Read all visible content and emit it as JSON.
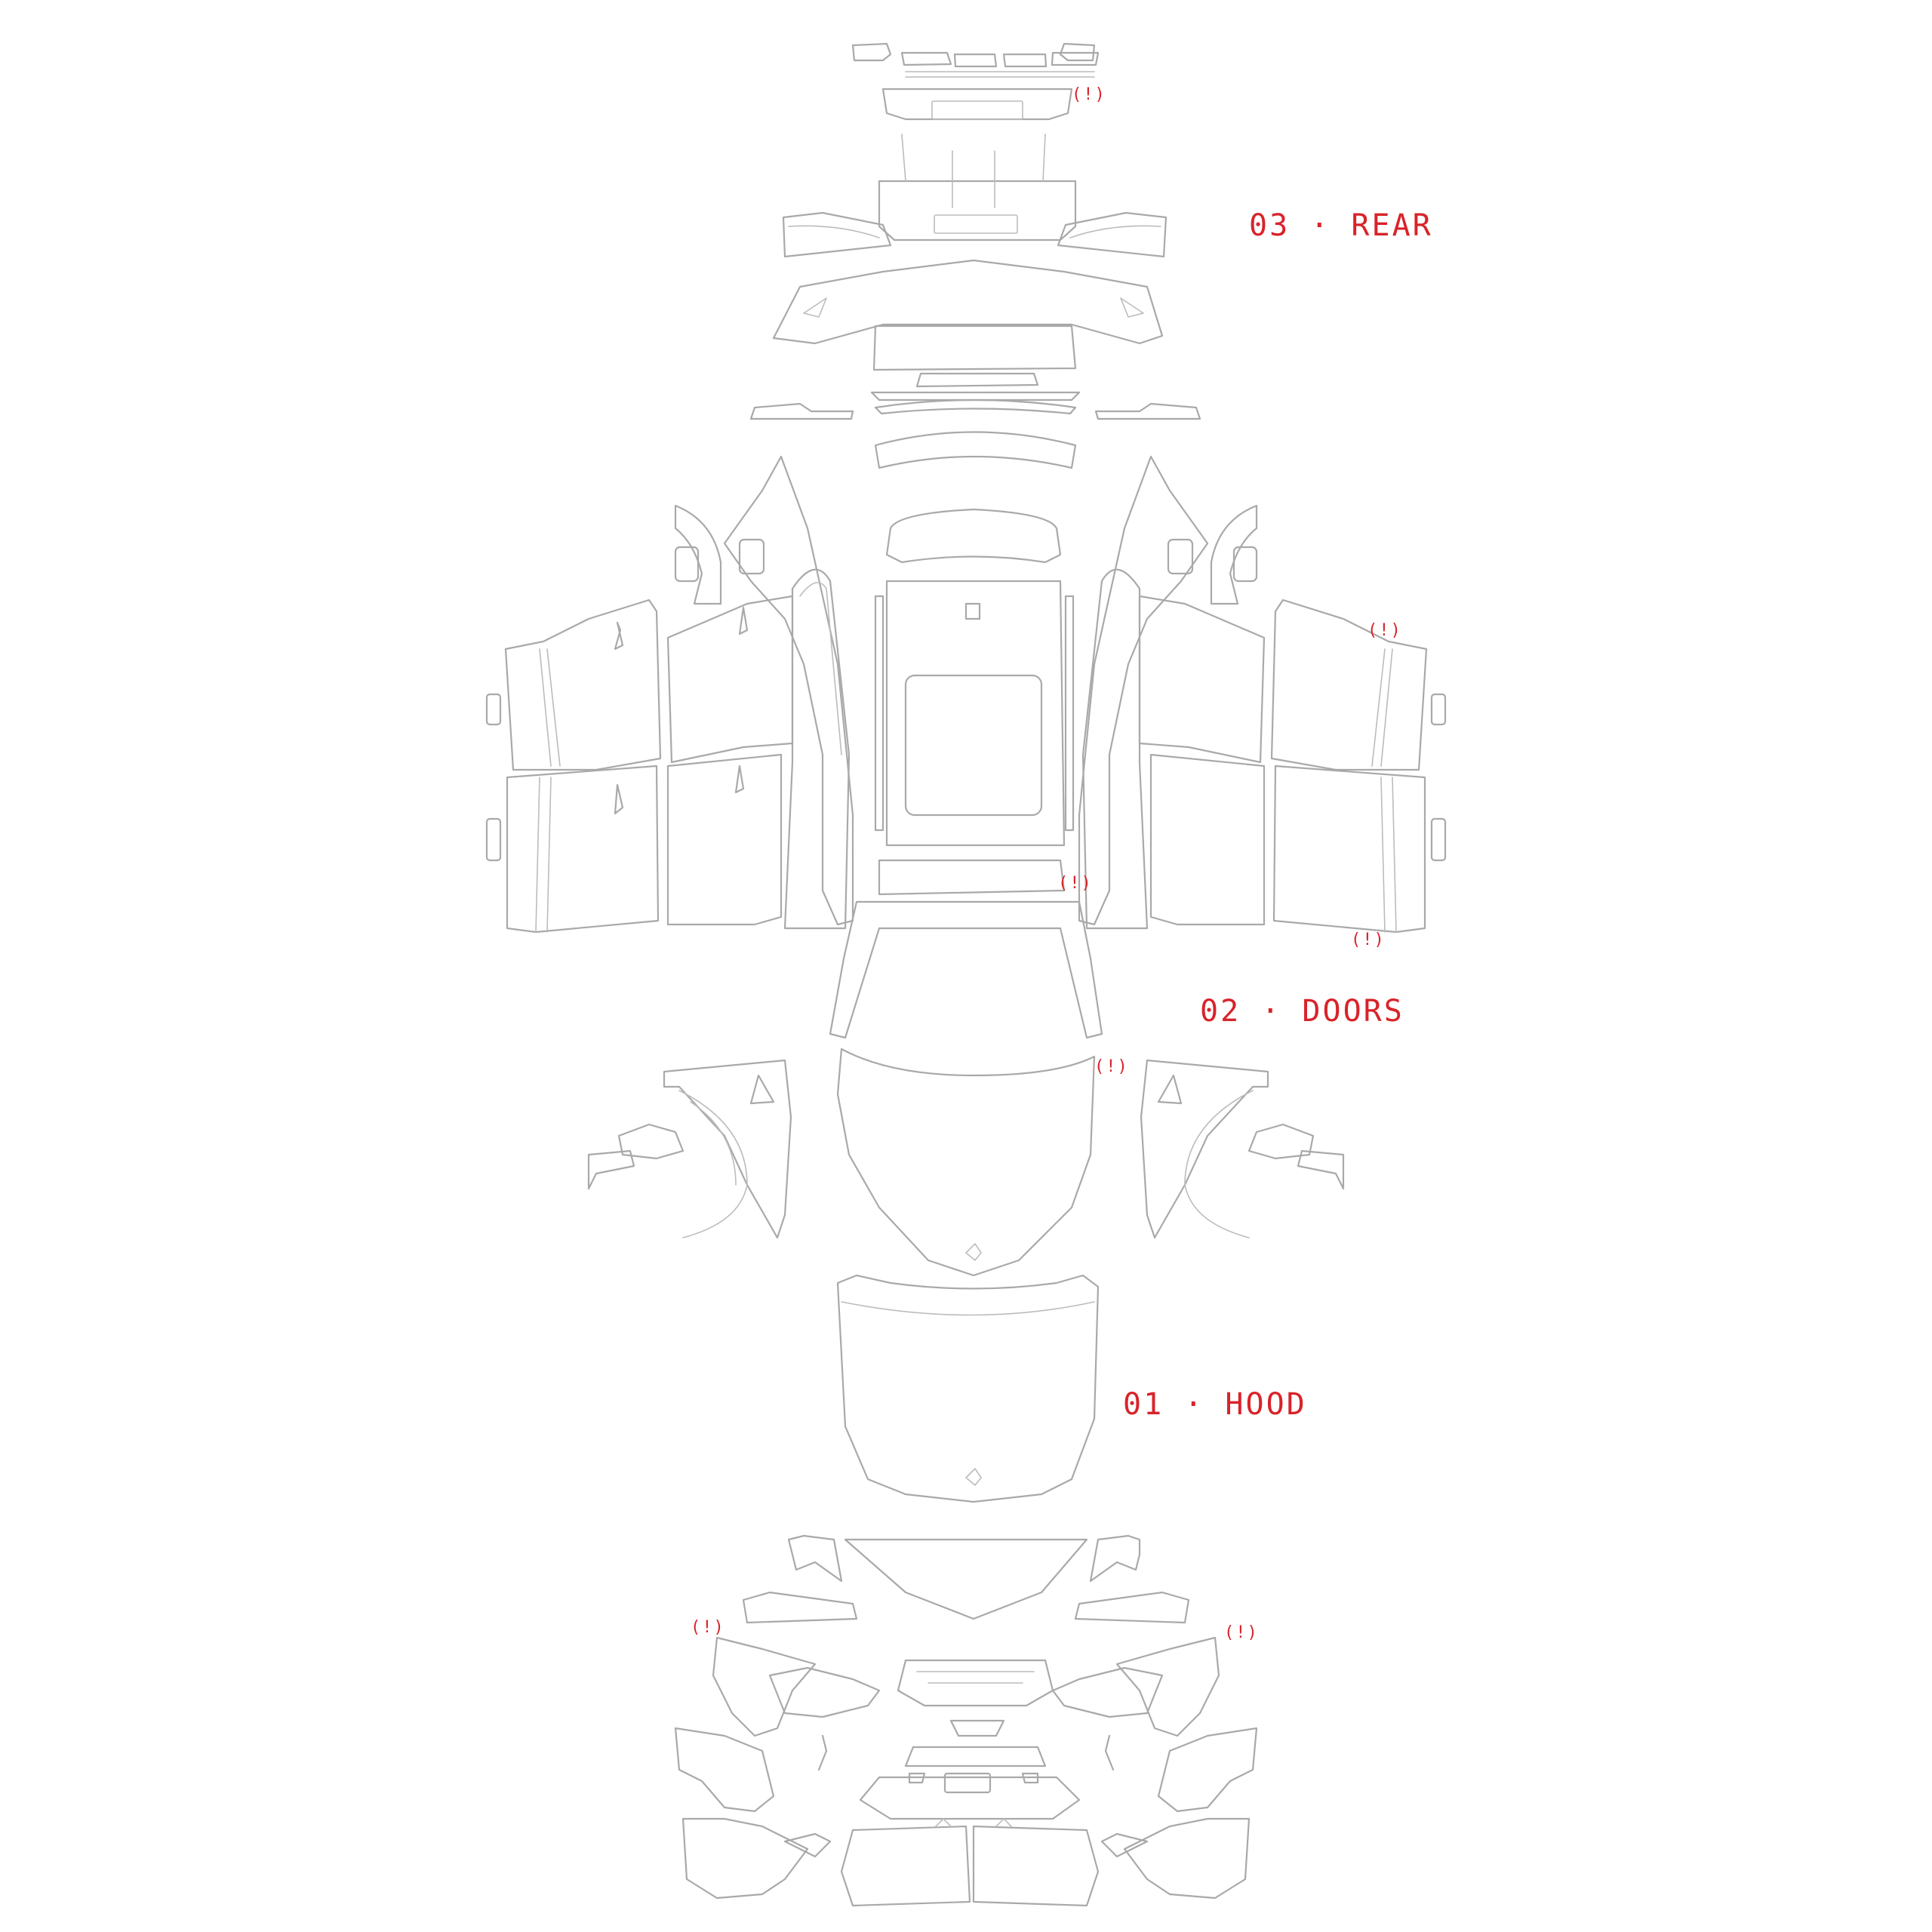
{
  "sections": [
    {
      "id": "rear",
      "label": "03 · REAR"
    },
    {
      "id": "doors",
      "label": "02 · DOORS"
    },
    {
      "id": "hood",
      "label": "01 · HOOD"
    }
  ],
  "warning_marker": "(!)",
  "colors": {
    "outline": "#a9a9a9",
    "accent": "#d8232a",
    "background": "#ffffff"
  }
}
